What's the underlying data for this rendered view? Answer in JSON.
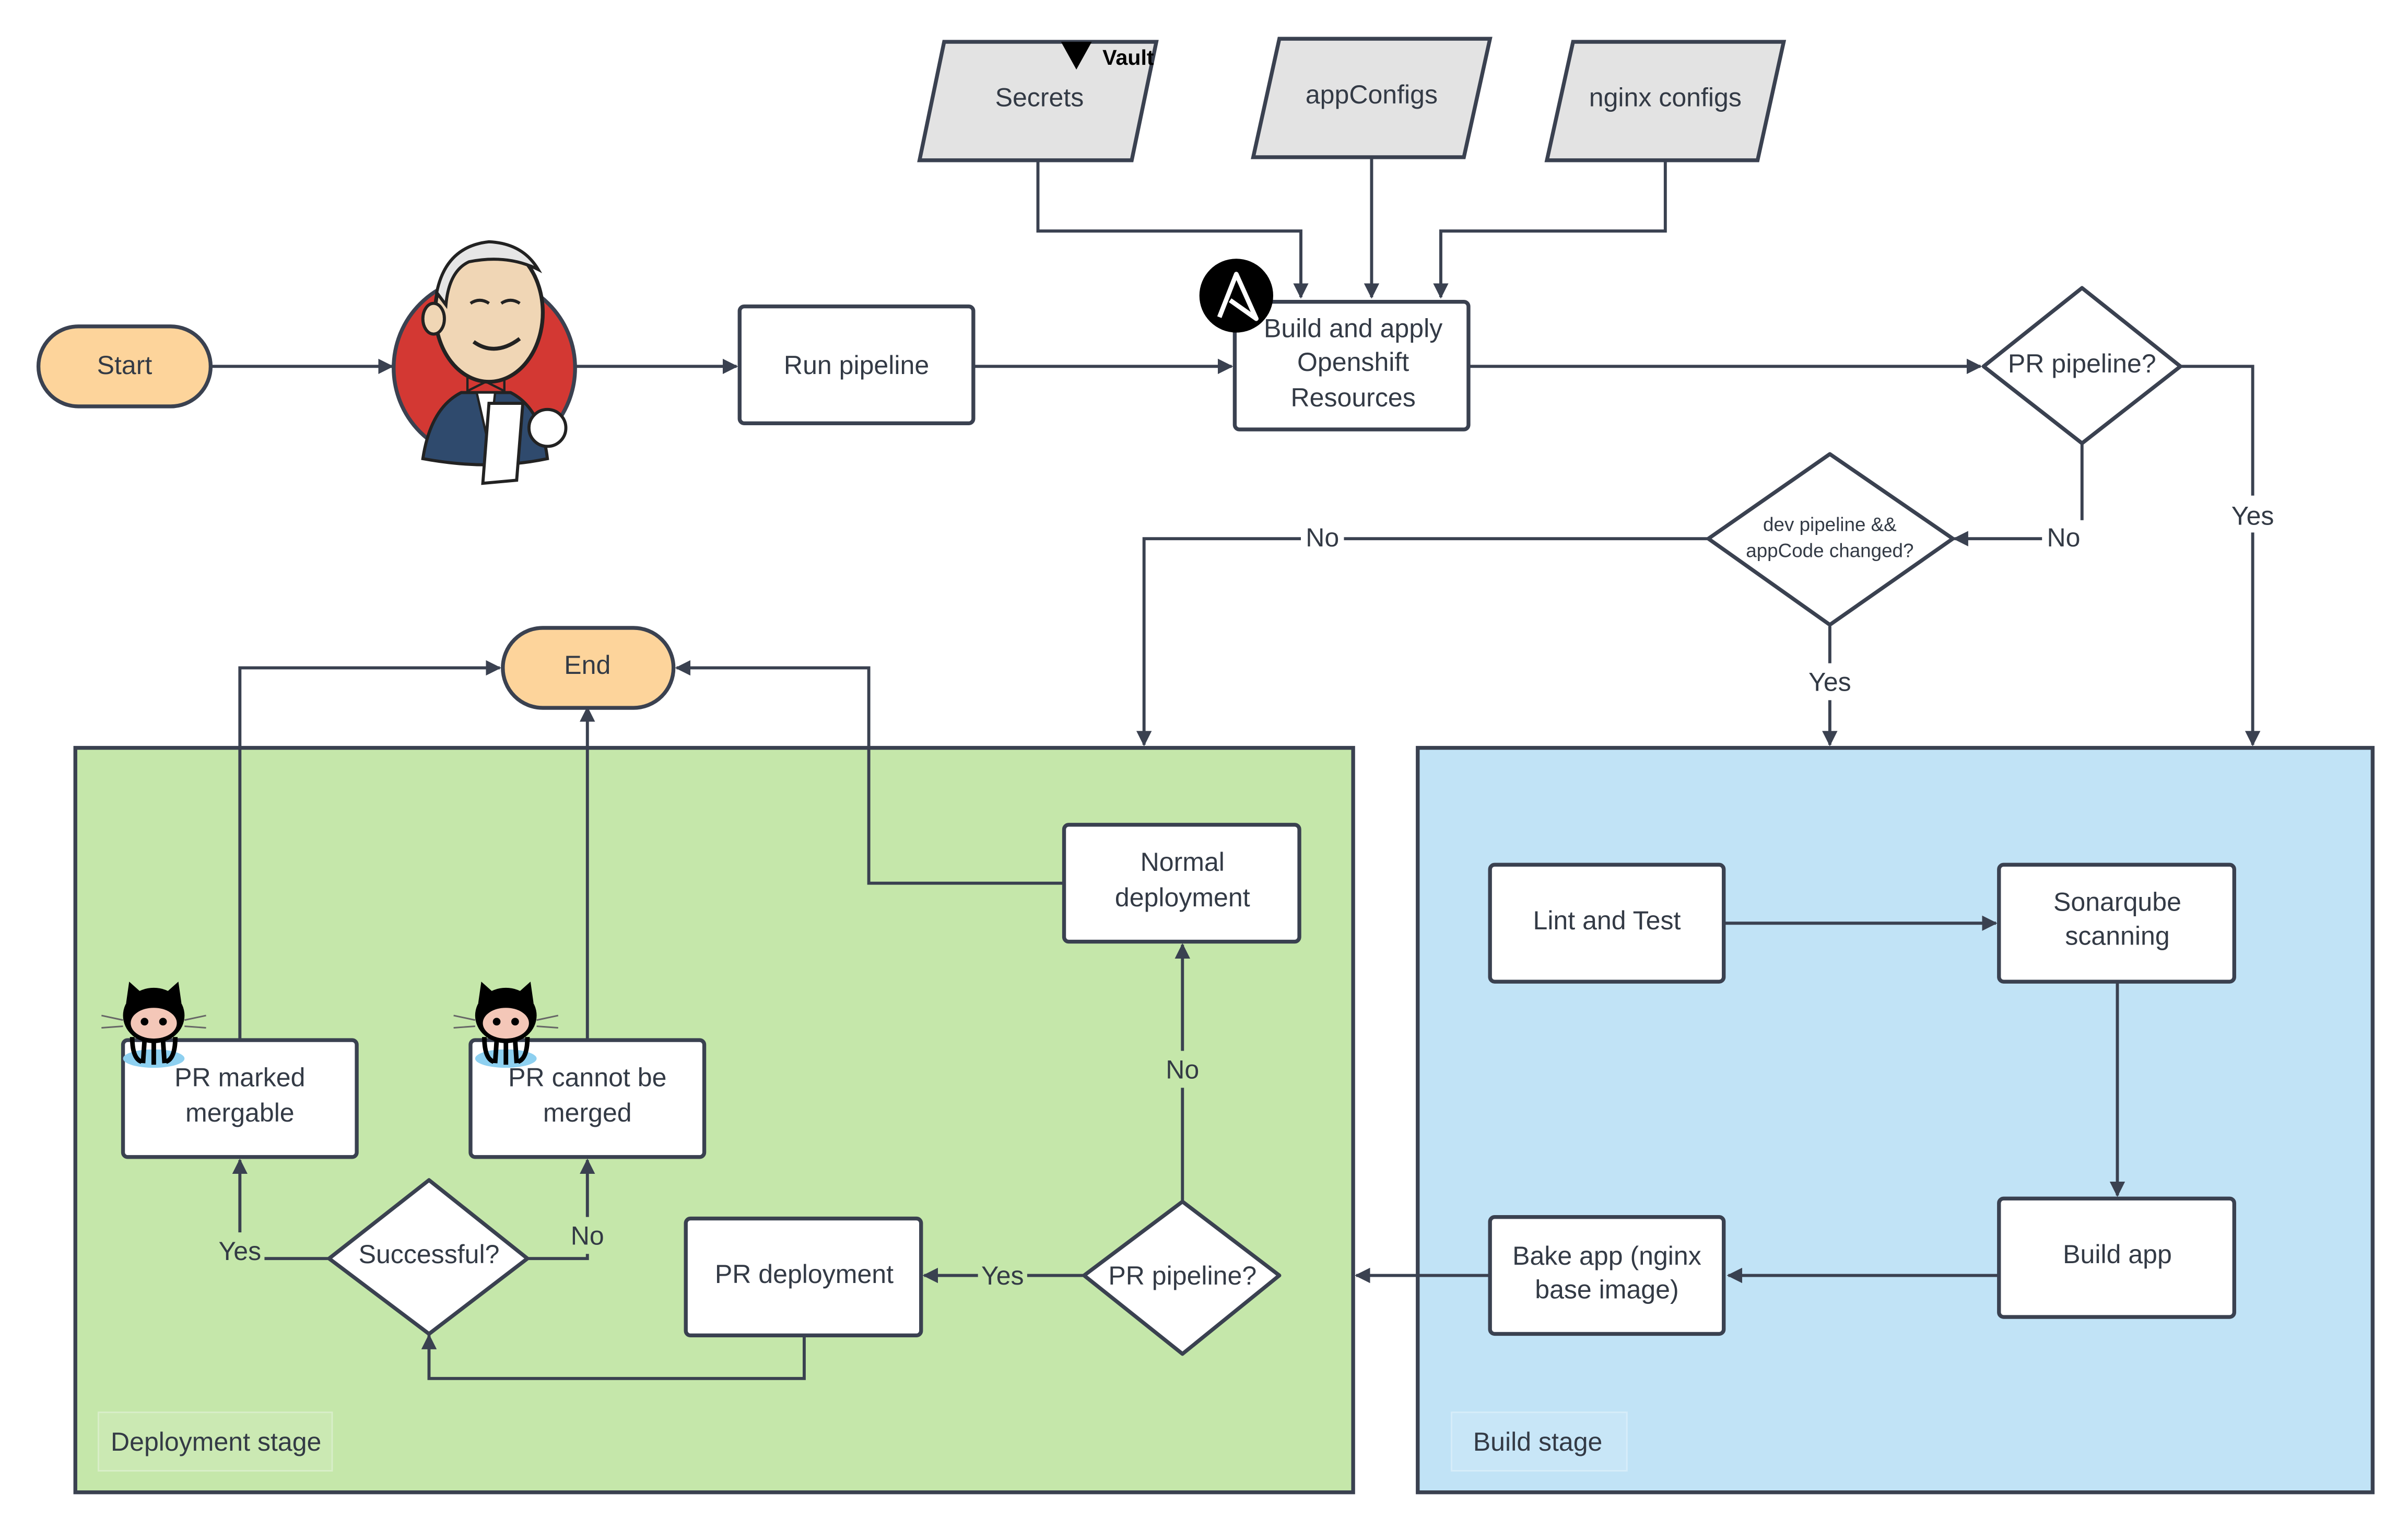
{
  "colors": {
    "deployment_stage_fill": "#c5e7aa",
    "build_stage_fill": "#c1e3f6",
    "terminator_fill": "#fdd49b",
    "input_fill": "#e3e3e3",
    "stroke": "#3a4150"
  },
  "icons": [
    "jenkins-butler-icon",
    "vault-logo-icon",
    "ansible-logo-icon",
    "github-octocat-icon"
  ],
  "nodes": {
    "start": "Start",
    "end": "End",
    "run_pipeline": "Run pipeline",
    "build_apply": [
      "Build and apply",
      "Openshift",
      "Resources"
    ],
    "secrets": "Secrets",
    "vault_logo": "Vault",
    "app_configs": "appConfigs",
    "nginx_configs": "nginx configs",
    "pr_pipeline_top": "PR pipeline?",
    "dev_pipeline_decision": [
      "dev pipeline &&",
      "appCode changed?"
    ],
    "lint_test": "Lint and Test",
    "sonarqube": [
      "Sonarqube",
      "scanning"
    ],
    "build_app": "Build app",
    "bake_app": [
      "Bake app (nginx",
      "base image)"
    ],
    "pr_pipeline_bottom": "PR pipeline?",
    "normal_deployment": [
      "Normal",
      "deployment"
    ],
    "pr_deployment": "PR deployment",
    "successful": "Successful?",
    "pr_mergable": [
      "PR marked",
      "mergable"
    ],
    "pr_cannot_merge": [
      "PR cannot be",
      "merged"
    ]
  },
  "edge_labels": {
    "top_pr_yes": "Yes",
    "top_pr_no": "No",
    "dev_no": "No",
    "dev_yes": "Yes",
    "bottom_pr_no": "No",
    "bottom_pr_yes": "Yes",
    "success_yes": "Yes",
    "success_no": "No"
  },
  "stages": {
    "deployment": "Deployment stage",
    "build": "Build stage"
  }
}
